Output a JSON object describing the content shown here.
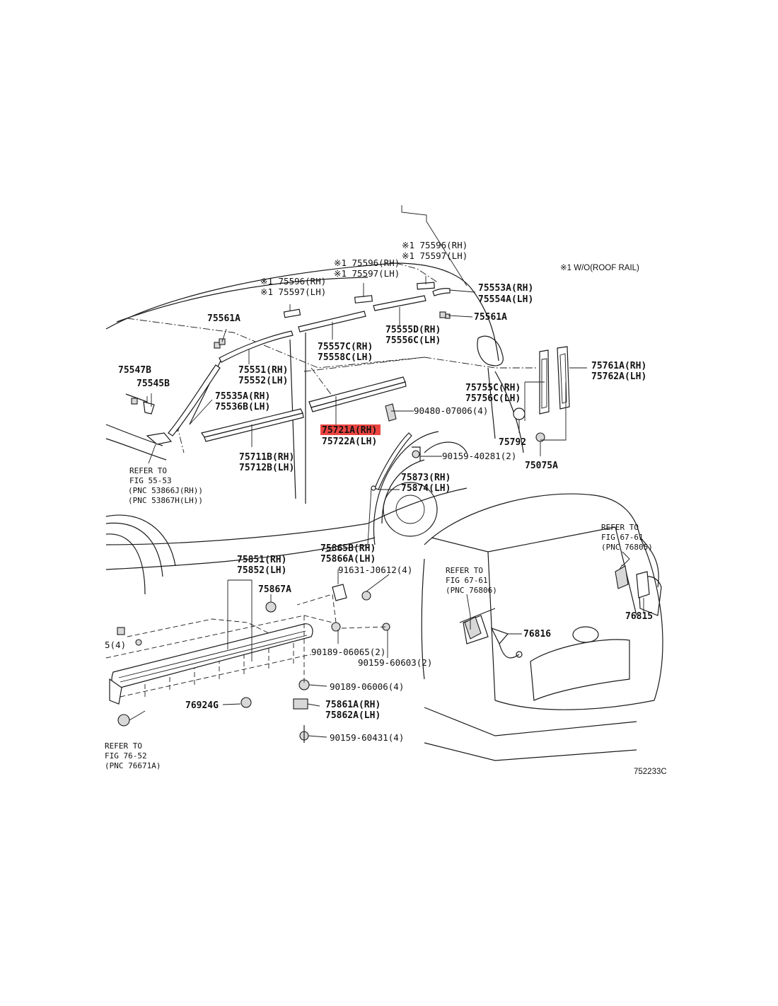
{
  "diagram_code": "752233C",
  "note": "※1 W/O(ROOF RAIL)",
  "highlight_color": "#e8231f",
  "labels": {
    "p75596_a": "※1 75596(RH)",
    "p75597_a": "※1 75597(LH)",
    "p75596_b": "※1 75596(RH)",
    "p75597_b": "※1 75597(LH)",
    "p75596_c": "※1 75596(RH)",
    "p75597_c": "※1 75597(LH)",
    "p75553A": "75553A(RH)",
    "p75554A": "75554A(LH)",
    "p75561A_r": "75561A",
    "p75561A_l": "75561A",
    "p75555D": "75555D(RH)",
    "p75556C": "75556C(LH)",
    "p75557C": "75557C(RH)",
    "p75558C": "75558C(LH)",
    "p75551": "75551(RH)",
    "p75552": "75552(LH)",
    "p75547B": "75547B",
    "p75545B": "75545B",
    "p75535A": "75535A(RH)",
    "p75536B": "75536B(LH)",
    "p75761A": "75761A(RH)",
    "p75762A": "75762A(LH)",
    "p75755C": "75755C(RH)",
    "p75756C": "75756C(LH)",
    "p90480": "90480-07006(4)",
    "p75721A": "75721A(RH)",
    "p75722A": "75722A(LH)",
    "p75792": "75792",
    "p90159_40281": "90159-40281(2)",
    "p75075A": "75075A",
    "p75711B": "75711B(RH)",
    "p75712B": "75712B(LH)",
    "p75873": "75873(RH)",
    "p75874": "75874(LH)",
    "ref1_a": "REFER TO",
    "ref1_b": "FIG 55-53",
    "ref1_c": "(PNC 53866J(RH))",
    "ref1_d": "(PNC 53867H(LH))",
    "ref2_a": "REFER TO",
    "ref2_b": "FIG 67-61",
    "ref2_c": "(PNC 76805)",
    "ref3_a": "REFER TO",
    "ref3_b": "FIG 67-61",
    "ref3_c": "(PNC 76806)",
    "ref4_a": "REFER TO",
    "ref4_b": "FIG 76-52",
    "ref4_c": "(PNC 76671A)",
    "p75851": "75851(RH)",
    "p75852": "75852(LH)",
    "p75865B": "75865B(RH)",
    "p75866A": "75866A(LH)",
    "p91631": "91631-J0612(4)",
    "p75867A": "75867A",
    "p76816": "76816",
    "p76815": "76815",
    "p90189_06065": "90189-06065(2)",
    "p90159_60603": "90159-60603(2)",
    "p90189_06006": "90189-06006(4)",
    "p76924G": "76924G",
    "p75861A": "75861A(RH)",
    "p75862A": "75862A(LH)",
    "p90159_60431": "90159-60431(4)",
    "p_cut_5": "5(4)"
  }
}
